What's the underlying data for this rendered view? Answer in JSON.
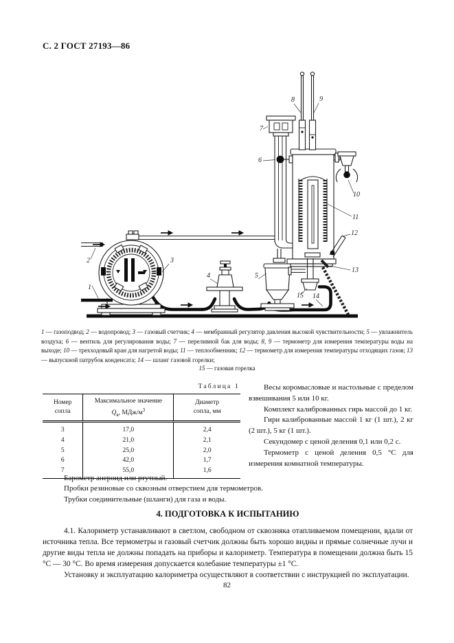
{
  "page": {
    "header": "С. 2 ГОСТ 27193—86",
    "page_number": "82"
  },
  "figure": {
    "part_labels": [
      "1",
      "2",
      "3",
      "4",
      "5",
      "6",
      "7",
      "8",
      "9",
      "10",
      "11",
      "12",
      "13",
      "14",
      "15"
    ],
    "caption_segments": [
      {
        "num": "1",
        "text": "газоподвод;"
      },
      {
        "num": "2",
        "text": "водопровод;"
      },
      {
        "num": "3",
        "text": "газовый счетчик;"
      },
      {
        "num": "4",
        "text": "мембранный регулятор давления высокой чувствительности;"
      },
      {
        "num": "5",
        "text": "увлажнитель воздуха;"
      },
      {
        "num": "6",
        "text": "вентиль для регулирования воды;"
      },
      {
        "num": "7",
        "text": "переливной бак для воды;"
      },
      {
        "num": "8, 9",
        "text": "термометр для измерения температуры воды на выходе;"
      },
      {
        "num": "10",
        "text": "трехходовый кран для нагретой воды;"
      },
      {
        "num": "11",
        "text": "теплообменник;"
      },
      {
        "num": "12",
        "text": "термометр для измерения температуры отходящих газов;"
      },
      {
        "num": "13",
        "text": "выпускной патрубок конденсата;"
      },
      {
        "num": "14",
        "text": "шланг газовой горелки;"
      }
    ],
    "caption_last": {
      "num": "15",
      "text": "газовая горелка"
    }
  },
  "table": {
    "title": "Таблица 1",
    "header": {
      "col1_line1": "Номер",
      "col1_line2": "сопла",
      "col2_line1": "Максимальное значение",
      "col2_formula": {
        "base": "Q",
        "sub": "в",
        "rest": ", МДж/м",
        "sup": "3"
      },
      "col3_line1": "Диаметр",
      "col3_line2": "сопла, мм"
    },
    "rows": [
      [
        "3",
        "17,0",
        "2,4"
      ],
      [
        "4",
        "21,0",
        "2,1"
      ],
      [
        "5",
        "25,0",
        "2,0"
      ],
      [
        "6",
        "42,0",
        "1,7"
      ],
      [
        "7",
        "55,0",
        "1,6"
      ]
    ]
  },
  "equipment_right": [
    "Весы коромысловые и настольные с пределом взвешивания 5 или 10 кг.",
    "Комплект калиброванных гирь массой до 1 кг.",
    "Гири калиброванные массой 1 кг (1 шт.), 2 кг (2 шт.), 5 кг (1 шт.).",
    "Секундомер с ценой деления 0,1 или 0,2 с.",
    "Термометр с ценой деления 0,5 °С для измерения комнатной температуры."
  ],
  "equipment_below": [
    "Барометр анероид или ртутный.",
    "Пробки резиновые со сквозным отверстием для термометров.",
    "Трубки соединительные (шланги) для газа и воды."
  ],
  "section4": {
    "heading": "4. ПОДГОТОВКА К ИСПЫТАНИЮ",
    "paragraphs": [
      "4.1. Калориметр устанавливают в светлом, свободном от сквозняка отапливаемом помещении, вдали от источника тепла. Все термометры и газовый счетчик должны быть хорошо видны и прямые солнечные лучи и другие виды тепла не должны попадать на приборы и калориметр. Температура в помещении должна быть 15 °С — 30 °С. Во время измерения допускается колебание температуры ±1 °С.",
      "Установку и эксплуатацию калориметра осуществляют в соответствии с инструкцией по эксплуатации."
    ]
  }
}
